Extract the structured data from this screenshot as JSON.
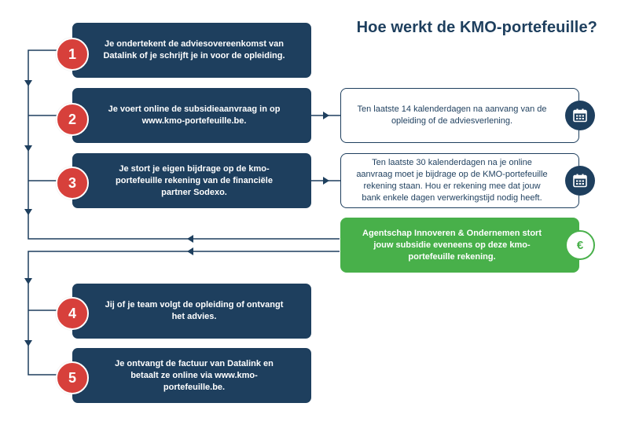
{
  "title": "Hoe werkt de KMO-portefeuille?",
  "steps": [
    {
      "number": "1",
      "text": "Je ondertekent de adviesovereenkomst van Datalink of je schrijft je in voor de opleiding."
    },
    {
      "number": "2",
      "text": "Je voert online de subsidieaanvraag in op www.kmo-portefeuille.be."
    },
    {
      "number": "3",
      "text": "Je stort je eigen bijdrage op de kmo-portefeuille rekening van de financiële partner Sodexo."
    },
    {
      "number": "4",
      "text": "Jij of je team volgt de opleiding of ontvangt het advies."
    },
    {
      "number": "5",
      "text": "Je ontvangt de factuur van Datalink en betaalt ze online via www.kmo-portefeuille.be."
    }
  ],
  "notes": [
    {
      "text": "Ten laatste 14 kalenderdagen na aanvang van de opleiding of de adviesverlening.",
      "icon": "calendar-icon"
    },
    {
      "text": "Ten laatste 30 kalenderdagen na je online aanvraag moet je bijdrage op de KMO-portefeuille rekening staan. Hou er rekening mee dat jouw bank enkele dagen verwerkingstijd nodig heeft.",
      "icon": "calendar-icon"
    },
    {
      "text": "Agentschap Innoveren & Ondernemen stort jouw subsidie eveneens op deze kmo-portefeuille rekening.",
      "icon": "euro-icon",
      "symbol": "€"
    }
  ],
  "colors": {
    "navy": "#1e3f5e",
    "red": "#d7403b",
    "green": "#48b04a"
  }
}
